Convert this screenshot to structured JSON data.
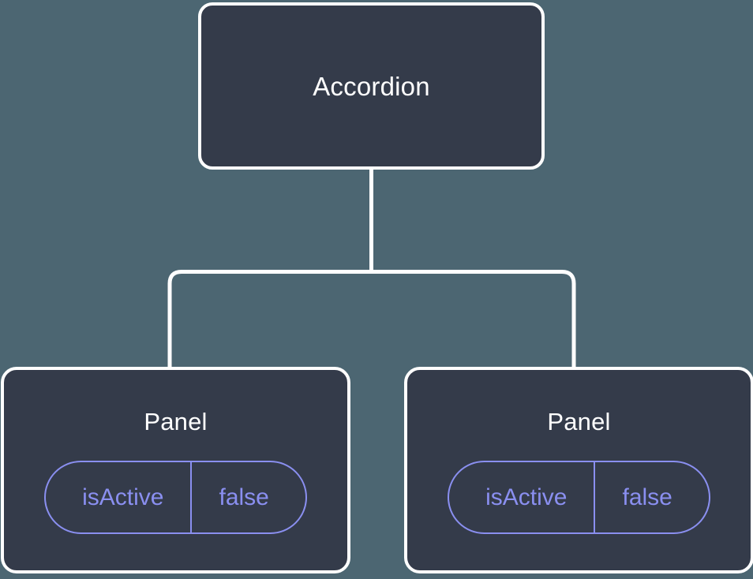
{
  "canvas": {
    "background_color": "#4c6672",
    "node_fill_color": "#343b4a",
    "node_border_color": "#ffffff",
    "connector_color": "#ffffff",
    "accent_color": "#8a8ff0",
    "title_color": "#ffffff"
  },
  "tree": {
    "root": {
      "title": "Accordion"
    },
    "children": [
      {
        "title": "Panel",
        "state": {
          "key": "isActive",
          "value": "false"
        }
      },
      {
        "title": "Panel",
        "state": {
          "key": "isActive",
          "value": "false"
        }
      }
    ]
  }
}
